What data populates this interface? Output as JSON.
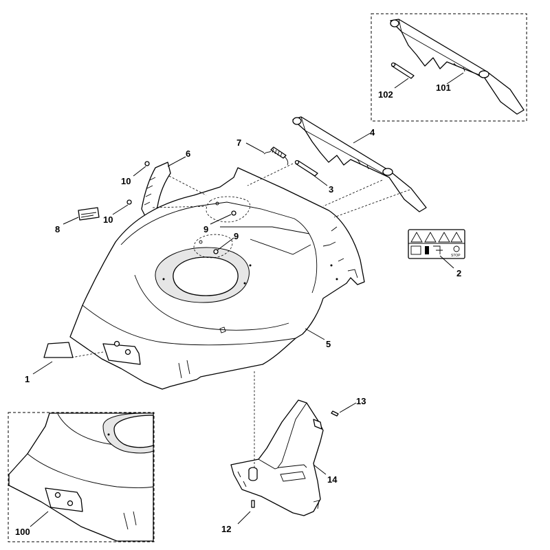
{
  "labels": {
    "p1": "1",
    "p2": "2",
    "p3": "3",
    "p4": "4",
    "p5": "5",
    "p6": "6",
    "p7": "7",
    "p8": "8",
    "p9a": "9",
    "p9b": "9",
    "p10a": "10",
    "p10b": "10",
    "p12": "12",
    "p13": "13",
    "p14": "14",
    "p100": "100",
    "p101": "101",
    "p102": "102"
  },
  "decal": {
    "stop_text": "STOP"
  }
}
